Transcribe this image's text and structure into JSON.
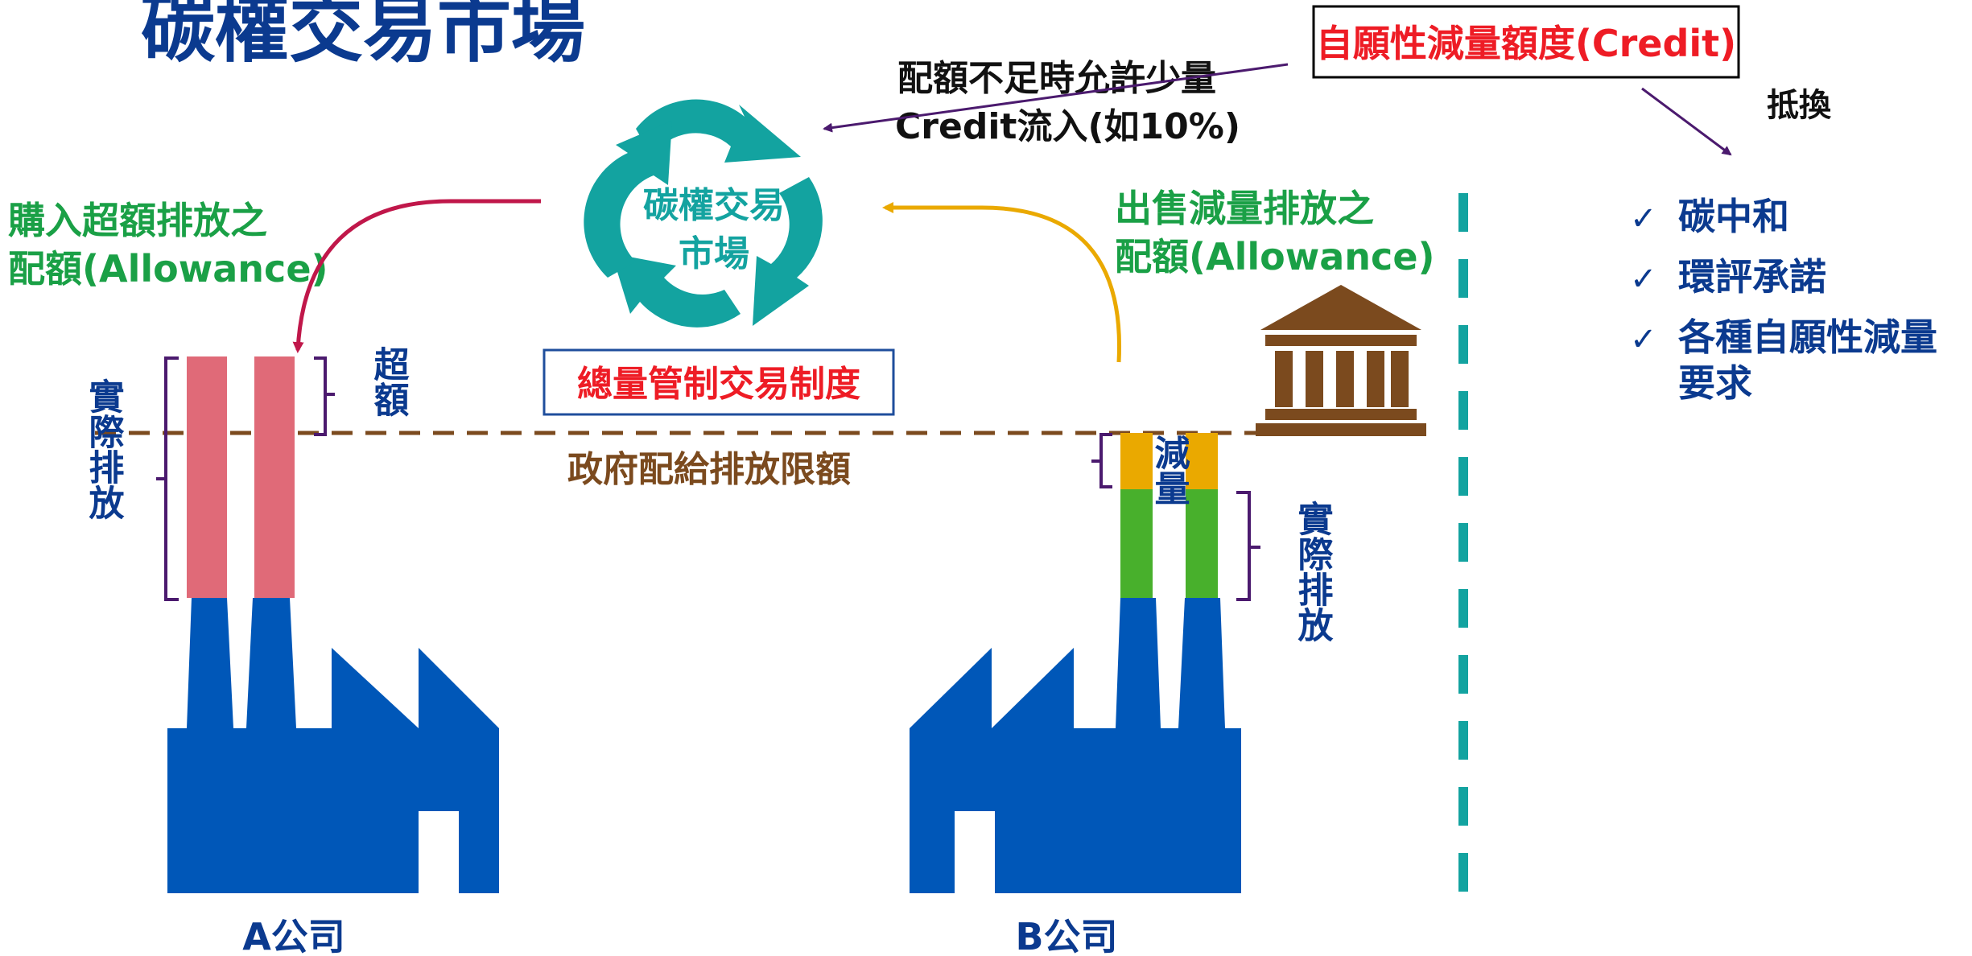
{
  "title": "碳權交易市場",
  "cycle_label": [
    "碳權交易",
    "市場"
  ],
  "credit_box": "自願性減量額度(Credit)",
  "credit_note": [
    "配額不足時允許少量",
    "Credit流入(如10%)"
  ],
  "offset_label": "抵換",
  "buy_label": [
    "購入超額排放之",
    "配額(Allowance)"
  ],
  "sell_label": [
    "出售減量排放之",
    "配額(Allowance)"
  ],
  "cap_trade_box": "總量管制交易制度",
  "gov_limit_label": "政府配給排放限額",
  "excess_label": "超額",
  "reduction_label": "減量",
  "actual_emission_label": "實際排放",
  "company_a": "A公司",
  "company_b": "B公司",
  "check_items": [
    "碳中和",
    "環評承諾",
    "各種自願性減量",
    "要求"
  ],
  "check_mark": "✓",
  "colors": {
    "title_blue": "#0b3a8f",
    "factory_blue": "#0057b8",
    "teal": "#13a3a0",
    "green_text": "#1aa046",
    "red": "#ee1c25",
    "pink": "#e06a78",
    "orange": "#eaa900",
    "green": "#48b02c",
    "brown": "#7b4a1e",
    "crimson": "#c0174a",
    "purple": "#4b1a6e"
  },
  "icons": [
    "recycle-arrows-icon",
    "bank-building-icon",
    "factory-icon",
    "check-icon"
  ]
}
